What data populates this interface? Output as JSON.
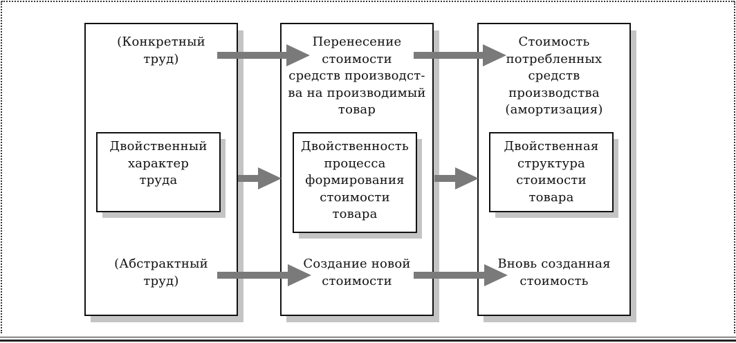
{
  "diagram": {
    "columns": [
      {
        "id": "labor",
        "top_label": "(Конкретный\nтруд)",
        "inner_box": "Двойственный\nхарактер\nтруда",
        "bottom_label": "(Абстрактный\nтруд)"
      },
      {
        "id": "process",
        "top_label": "Перенесение\nстоимости\nсредств производст-\nва на производимый\nтовар",
        "inner_box": "Двойственность\nпроцесса\nформирования\nстоимости\nтовара",
        "bottom_label": "Создание новой\nстоимости"
      },
      {
        "id": "structure",
        "top_label": "Стоимость\nпотребленных\nсредств\nпроизводства\n(амортизация)",
        "inner_box": "Двойственная\nструктура\nстоимости\nтовара",
        "bottom_label": "Вновь созданная\nстоимость"
      }
    ],
    "arrows": [
      {
        "from": "labor.top_label",
        "to": "process.top_label"
      },
      {
        "from": "process.top_label",
        "to": "structure.top_label"
      },
      {
        "from": "labor.inner_box",
        "to": "process.inner_box"
      },
      {
        "from": "process.inner_box",
        "to": "structure.inner_box"
      },
      {
        "from": "labor.bottom_label",
        "to": "process.bottom_label"
      },
      {
        "from": "process.bottom_label",
        "to": "structure.bottom_label"
      }
    ],
    "colors": {
      "arrow": "#7a7a7a",
      "shadow": "#c4c4c4",
      "border": "#111111"
    }
  }
}
